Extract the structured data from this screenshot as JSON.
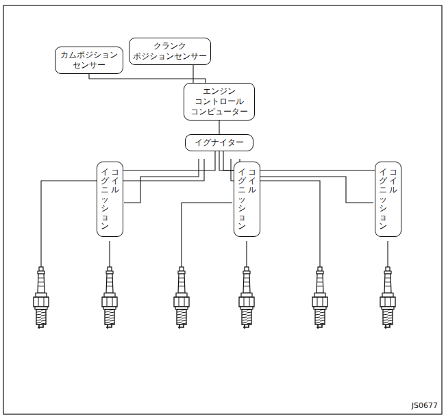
{
  "diagram": {
    "nodes": [
      {
        "text": [
          "カムポジション センサー"
        ]
      },
      {
        "text": [
          "クランク ポジションセンサー"
        ]
      },
      {
        "text": [
          "エンジン コントロール コンピューター"
        ]
      },
      {
        "text": [
          "イグナイター"
        ]
      },
      {
        "text": [
          "コイル",
          "イグニッション"
        ]
      },
      {
        "text": [
          "コイル",
          "イグニッション"
        ]
      },
      {
        "text": [
          "コイル",
          "イグニッション"
        ]
      }
    ],
    "edges": [
      {
        "from": 0,
        "to": 2,
        "arrow": "none"
      },
      {
        "from": 1,
        "to": 2,
        "arrow": "none"
      },
      {
        "from": 2,
        "to": 3,
        "arrow": "none"
      },
      {
        "from": 3,
        "to": 4,
        "arrow": "none"
      },
      {
        "from": 3,
        "to": 5,
        "arrow": "none"
      },
      {
        "from": 3,
        "to": 6,
        "arrow": "none"
      }
    ],
    "labels": [
      "JS0677"
    ]
  }
}
